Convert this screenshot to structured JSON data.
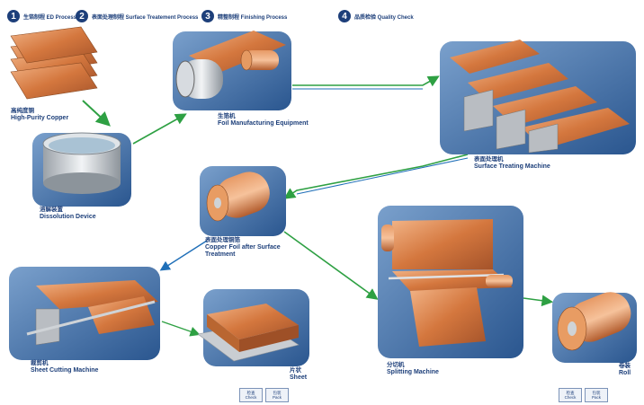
{
  "steps": [
    {
      "num": "1",
      "label": "生箔制程 ED Process"
    },
    {
      "num": "2",
      "label": "表面处理制程 Surface Treatement Process"
    },
    {
      "num": "3",
      "label": "精整制程 Finishing Process"
    },
    {
      "num": "4",
      "label": "品质检验 Quality Check"
    }
  ],
  "nodes": {
    "high_purity_copper": {
      "zh": "高纯度铜",
      "en": "High-Purity Copper"
    },
    "dissolution_device": {
      "zh": "溶解装置",
      "en": "Dissolution Device"
    },
    "foil_manufacturing": {
      "zh": "生箔机",
      "en": "Foil Manufacturing Equipment"
    },
    "surface_treating_machine": {
      "zh": "表面处理机",
      "en": "Surface Treating Machine"
    },
    "copper_foil_after": {
      "zh": "表面处理铜箔",
      "en1": "Copper Foil after Surface",
      "en2": "Treatment"
    },
    "sheet_cutting_machine": {
      "zh": "裁剪机",
      "en": "Sheet Cutting Machine"
    },
    "sheet": {
      "zh": "片状",
      "en": "Sheet"
    },
    "splitting_machine": {
      "zh": "分切机",
      "en": "Splitting Machine"
    },
    "roll": {
      "zh": "卷装",
      "en": "Roll"
    }
  },
  "tags": {
    "check": {
      "zh": "检查",
      "en": "Check"
    },
    "pack": {
      "zh": "包装",
      "en": "Pack"
    }
  },
  "colors": {
    "panel": "#3d6aa4",
    "copper": "#d9874f",
    "arrow_green": "#37b24a",
    "arrow_blue": "#1f6fb8",
    "text": "#1d3f7a"
  }
}
